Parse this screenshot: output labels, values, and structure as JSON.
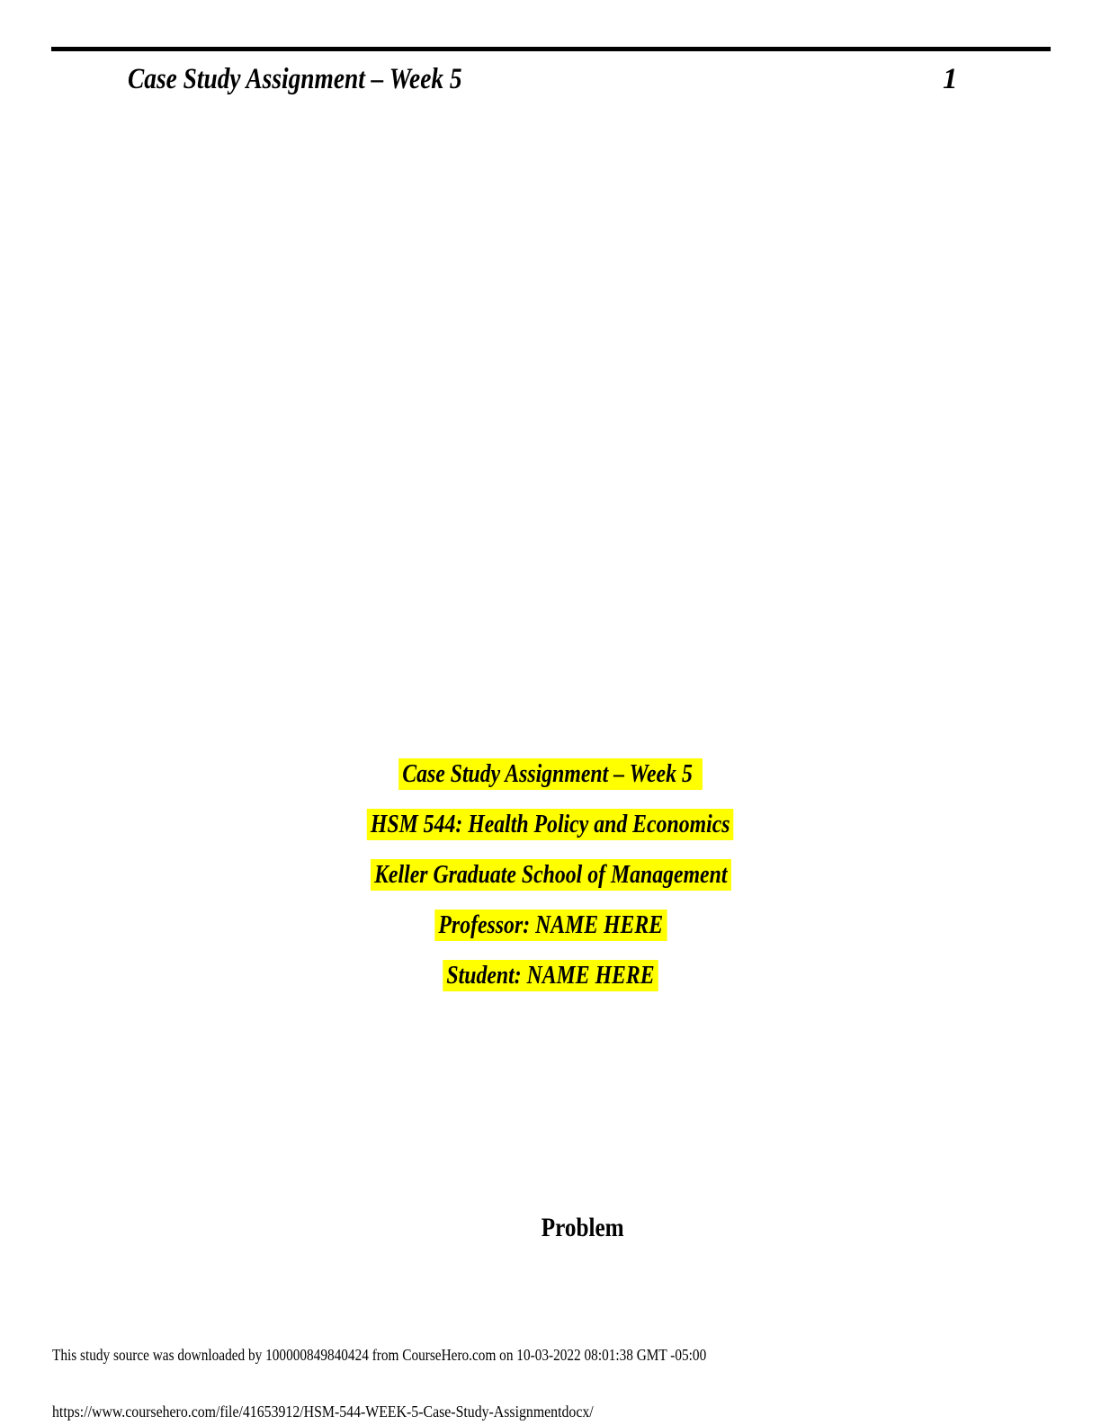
{
  "header": {
    "title": "Case Study Assignment – Week 5",
    "page_number": "1"
  },
  "title_block": {
    "highlight_color": "#ffff00",
    "lines": [
      "Case Study Assignment – Week 5",
      "HSM 544: Health Policy and Economics",
      "Keller Graduate School of Management",
      "Professor: NAME HERE",
      "Student: NAME HERE"
    ]
  },
  "section_heading": "Problem",
  "footer": {
    "download_note": "This study source was downloaded by 100000849840424 from CourseHero.com on 10-03-2022 08:01:38 GMT -05:00",
    "source_url": "https://www.coursehero.com/file/41653912/HSM-544-WEEK-5-Case-Study-Assignmentdocx/"
  }
}
